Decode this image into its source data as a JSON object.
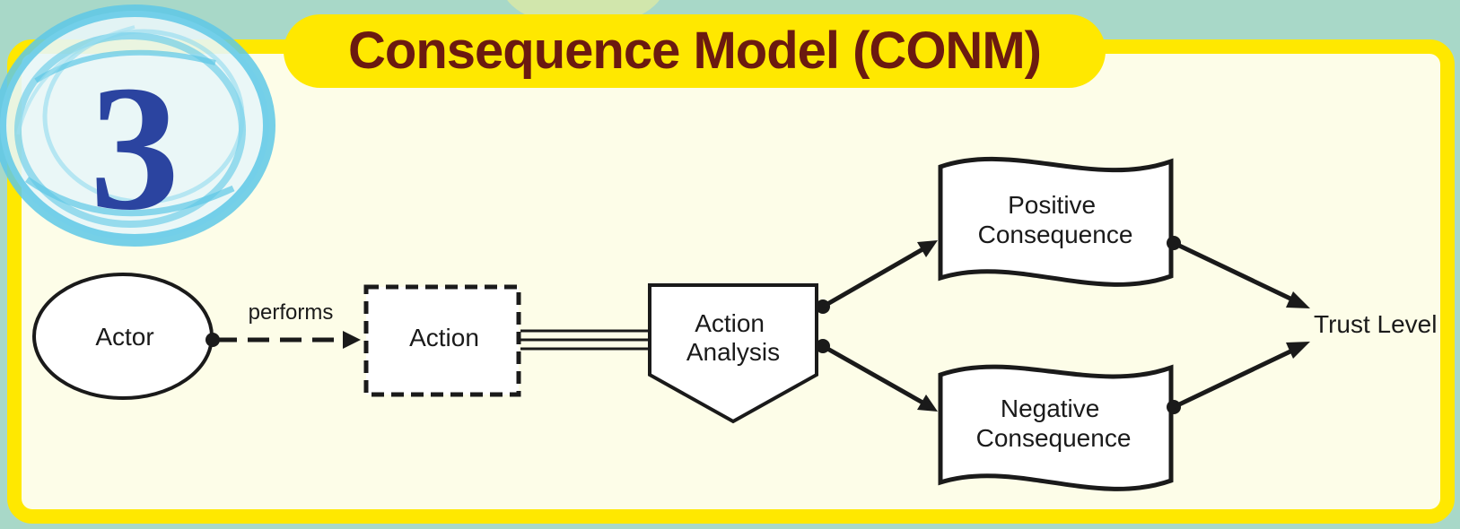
{
  "title": "Consequence Model (CONM)",
  "badge_number": "3",
  "colors": {
    "background": "#a8d8c8",
    "panel": "#fdfde8",
    "title_bar": "#ffe800",
    "title_text": "#6b1a10",
    "badge_swirl": "#5ec8e6",
    "badge_number": "#2b44a0"
  },
  "nodes": {
    "actor": "Actor",
    "action": "Action",
    "action_analysis": [
      "Action",
      "Analysis"
    ],
    "positive_consequence": [
      "Positive",
      "Consequence"
    ],
    "negative_consequence": [
      "Negative",
      "Consequence"
    ],
    "trust_level": "Trust Level"
  },
  "edges": {
    "performs": "performs"
  }
}
